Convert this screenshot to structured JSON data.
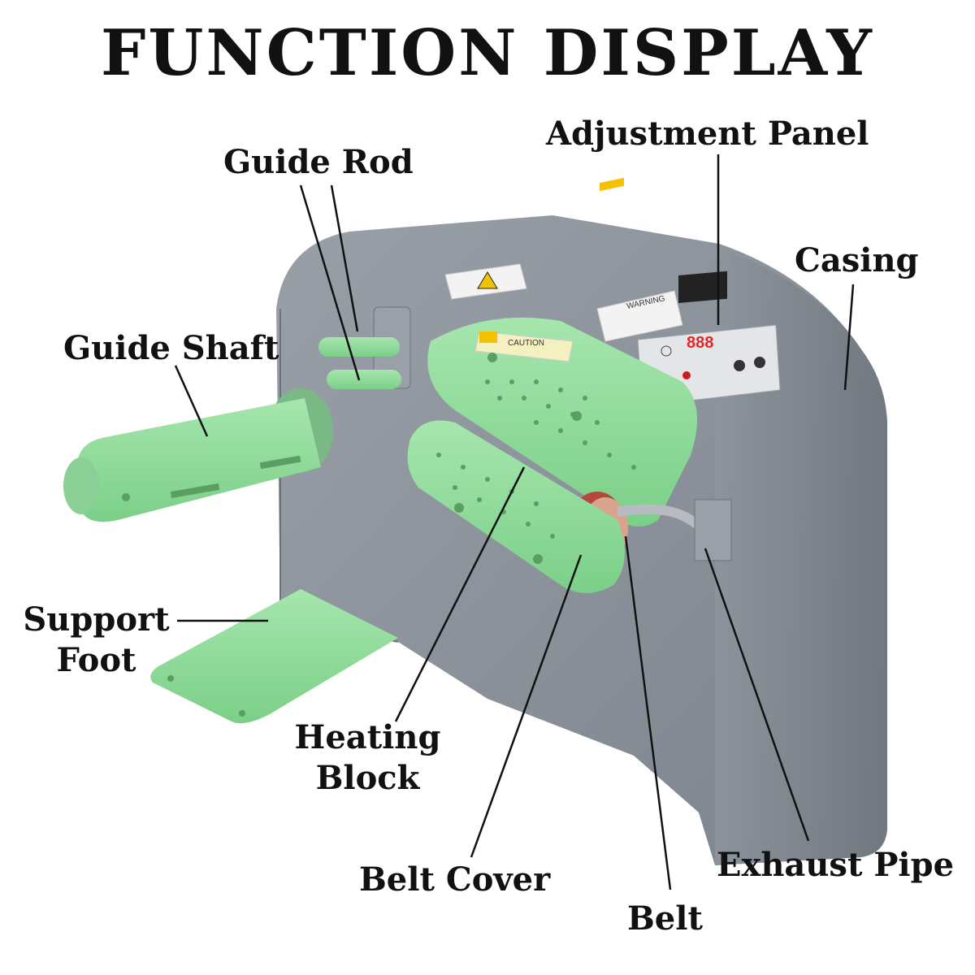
{
  "title": "FUNCTION DISPLAY",
  "labels": {
    "guide_rod": "Guide Rod",
    "guide_shaft": "Guide Shaft",
    "adjustment_panel": "Adjustment Panel",
    "casing": "Casing",
    "support_foot_line1": "Support",
    "support_foot_line2": "Foot",
    "heating_block_line1": "Heating",
    "heating_block_line2": "Block",
    "belt_cover": "Belt Cover",
    "belt": "Belt",
    "exhaust_pipe": "Exhaust Pipe"
  },
  "stickers": {
    "caution": "CAUTION",
    "warning": "WARNING"
  },
  "colors": {
    "casing": "#8a8f98",
    "green": "#8fd99a",
    "panel": "#e3e5e8",
    "display": "#c81e1e"
  }
}
